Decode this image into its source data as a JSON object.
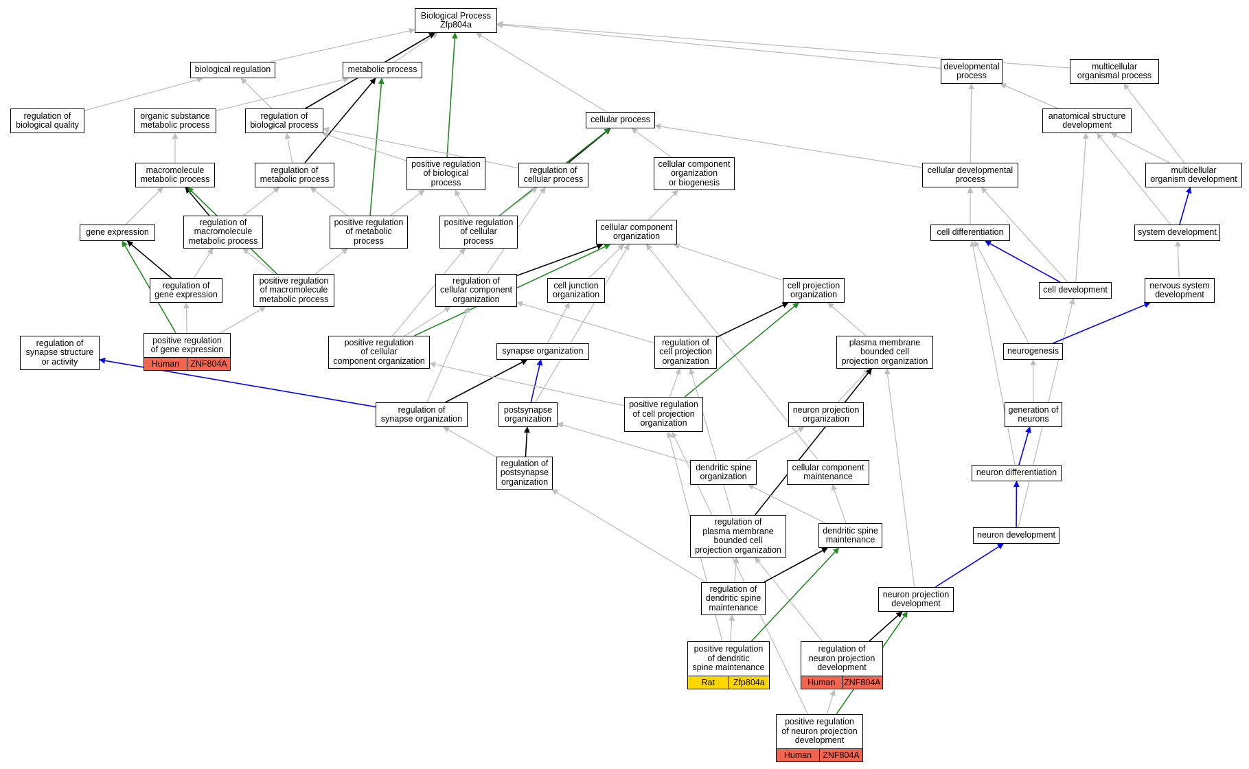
{
  "colors": {
    "is_a": "#bfbfbf",
    "part_of": "#000000",
    "positively_regulates": "#228b22",
    "regulates": "#0000ff",
    "human": "#f26650",
    "rat": "#ffd700"
  },
  "nodes": {
    "bp": "Biological Process\nZfp804a",
    "bioreg": "biological regulation",
    "metab": "metabolic process",
    "devproc": "developmental\nprocess",
    "multiproc": "multicellular\norganismal process",
    "regbioqual": "regulation of\nbiological quality",
    "orgsub": "organic substance\nmetabolic process",
    "regbio": "regulation of\nbiological process",
    "cellproc": "cellular process",
    "anat": "anatomical structure\ndevelopment",
    "macromet": "macromolecule\nmetabolic process",
    "regmet": "regulation of\nmetabolic process",
    "posregbio": "positive regulation\nof biological\nprocess",
    "regcell": "regulation of\ncellular process",
    "ccob": "cellular component\norganization\nor biogenesis",
    "celldevproc": "cellular developmental\nprocess",
    "multidev": "multicellular\norganism development",
    "geneexp": "gene expression",
    "regmacro": "regulation of\nmacromolecule\nmetabolic process",
    "posregmet": "positive regulation\nof metabolic\nprocess",
    "posregcell": "positive regulation\nof cellular\nprocess",
    "ccorg": "cellular component\norganization",
    "celldiff": "cell differentiation",
    "sysdev": "system development",
    "reggene": "regulation of\ngene expression",
    "posregmacro": "positive regulation\nof macromolecule\nmetabolic process",
    "regccorg": "regulation of\ncellular component\norganization",
    "celljunc": "cell junction\norganization",
    "cellproj": "cell projection\norganization",
    "celldev": "cell development",
    "nervdev": "nervous system\ndevelopment",
    "regsyn": "regulation of\nsynapse structure\nor activity",
    "posreggene": "positive regulation\nof gene expression",
    "posregccorg": "positive regulation\nof cellular\ncomponent organization",
    "synorg": "synapse organization",
    "regcellproj": "regulation of\ncell projection\norganization",
    "pmbcpo": "plasma membrane\nbounded cell\nprojection organization",
    "neurogen": "neurogenesis",
    "regsynorg": "regulation of\nsynapse organization",
    "postsyn": "postsynapse\norganization",
    "posregcellproj": "positive regulation\nof cell projection\norganization",
    "npo": "neuron projection\norganization",
    "genneur": "generation of\nneurons",
    "regpostsyn": "regulation of\npostsynapse\norganization",
    "dso": "dendritic spine\norganization",
    "ccmaint": "cellular component\nmaintenance",
    "neurdiff": "neuron differentiation",
    "regpmbcpo": "regulation of\nplasma membrane\nbounded cell\nprojection organization",
    "dsm": "dendritic spine\nmaintenance",
    "neurdev": "neuron development",
    "regdsm": "regulation of\ndendritic spine\nmaintenance",
    "npd": "neuron projection\ndevelopment",
    "posregdsm": "positive regulation\nof dendritic\nspine maintenance",
    "regnpd": "regulation of\nneuron projection\ndevelopment",
    "posregnpd": "positive regulation\nof neuron projection\ndevelopment"
  },
  "annotations": {
    "posreggene": {
      "species": "Human",
      "gene": "ZNF804A"
    },
    "posregdsm": {
      "species": "Rat",
      "gene": "Zfp804a"
    },
    "regnpd": {
      "species": "Human",
      "gene": "ZNF804A"
    },
    "posregnpd": {
      "species": "Human",
      "gene": "ZNF804A"
    }
  },
  "edges": [
    {
      "from": "bioreg",
      "to": "bp",
      "type": "is_a"
    },
    {
      "from": "metab",
      "to": "bp",
      "type": "is_a"
    },
    {
      "from": "regbio",
      "to": "bp",
      "type": "part_of"
    },
    {
      "from": "posregbio",
      "to": "bp",
      "type": "positively_regulates"
    },
    {
      "from": "cellproc",
      "to": "bp",
      "type": "is_a"
    },
    {
      "from": "devproc",
      "to": "bp",
      "type": "is_a"
    },
    {
      "from": "multiproc",
      "to": "bp",
      "type": "is_a"
    },
    {
      "from": "regbioqual",
      "to": "bioreg",
      "type": "is_a"
    },
    {
      "from": "orgsub",
      "to": "metab",
      "type": "is_a"
    },
    {
      "from": "regbio",
      "to": "bioreg",
      "type": "is_a"
    },
    {
      "from": "regmet",
      "to": "metab",
      "type": "part_of"
    },
    {
      "from": "posregmet",
      "to": "metab",
      "type": "positively_regulates"
    },
    {
      "from": "anat",
      "to": "devproc",
      "type": "is_a"
    },
    {
      "from": "celldevproc",
      "to": "devproc",
      "type": "is_a"
    },
    {
      "from": "multidev",
      "to": "multiproc",
      "type": "is_a"
    },
    {
      "from": "macromet",
      "to": "orgsub",
      "type": "is_a"
    },
    {
      "from": "regmet",
      "to": "regbio",
      "type": "is_a"
    },
    {
      "from": "posregbio",
      "to": "regbio",
      "type": "is_a"
    },
    {
      "from": "regcell",
      "to": "regbio",
      "type": "is_a"
    },
    {
      "from": "regcell",
      "to": "cellproc",
      "type": "part_of"
    },
    {
      "from": "posregcell",
      "to": "cellproc",
      "type": "positively_regulates"
    },
    {
      "from": "ccob",
      "to": "cellproc",
      "type": "is_a"
    },
    {
      "from": "celldevproc",
      "to": "cellproc",
      "type": "is_a"
    },
    {
      "from": "multidev",
      "to": "anat",
      "type": "is_a"
    },
    {
      "from": "sysdev",
      "to": "anat",
      "type": "is_a"
    },
    {
      "from": "celldev",
      "to": "anat",
      "type": "is_a"
    },
    {
      "from": "geneexp",
      "to": "macromet",
      "type": "is_a"
    },
    {
      "from": "regmacro",
      "to": "macromet",
      "type": "part_of"
    },
    {
      "from": "posregmacro",
      "to": "macromet",
      "type": "positively_regulates"
    },
    {
      "from": "regmacro",
      "to": "regmet",
      "type": "is_a"
    },
    {
      "from": "posregmet",
      "to": "regmet",
      "type": "is_a"
    },
    {
      "from": "posregmet",
      "to": "posregbio",
      "type": "is_a"
    },
    {
      "from": "posregcell",
      "to": "posregbio",
      "type": "is_a"
    },
    {
      "from": "posregcell",
      "to": "regcell",
      "type": "is_a"
    },
    {
      "from": "regccorg",
      "to": "regcell",
      "type": "is_a"
    },
    {
      "from": "ccorg",
      "to": "ccob",
      "type": "is_a"
    },
    {
      "from": "celldiff",
      "to": "celldevproc",
      "type": "is_a"
    },
    {
      "from": "celldev",
      "to": "celldevproc",
      "type": "is_a"
    },
    {
      "from": "sysdev",
      "to": "multidev",
      "type": "regulates"
    },
    {
      "from": "reggene",
      "to": "geneexp",
      "type": "part_of"
    },
    {
      "from": "posreggene",
      "to": "geneexp",
      "type": "positively_regulates"
    },
    {
      "from": "reggene",
      "to": "regmacro",
      "type": "is_a"
    },
    {
      "from": "posregmacro",
      "to": "regmacro",
      "type": "is_a"
    },
    {
      "from": "posregmacro",
      "to": "posregmet",
      "type": "is_a"
    },
    {
      "from": "posregccorg",
      "to": "posregcell",
      "type": "is_a"
    },
    {
      "from": "regccorg",
      "to": "ccorg",
      "type": "part_of"
    },
    {
      "from": "posregccorg",
      "to": "ccorg",
      "type": "positively_regulates"
    },
    {
      "from": "celljunc",
      "to": "ccorg",
      "type": "is_a"
    },
    {
      "from": "cellproj",
      "to": "ccorg",
      "type": "is_a"
    },
    {
      "from": "postsyn",
      "to": "ccorg",
      "type": "is_a"
    },
    {
      "from": "ccmaint",
      "to": "ccorg",
      "type": "is_a"
    },
    {
      "from": "celldev",
      "to": "celldiff",
      "type": "regulates"
    },
    {
      "from": "neurogen",
      "to": "celldiff",
      "type": "is_a"
    },
    {
      "from": "neurdiff",
      "to": "celldiff",
      "type": "is_a"
    },
    {
      "from": "nervdev",
      "to": "sysdev",
      "type": "is_a"
    },
    {
      "from": "posreggene",
      "to": "reggene",
      "type": "is_a"
    },
    {
      "from": "posreggene",
      "to": "posregmacro",
      "type": "is_a"
    },
    {
      "from": "posregccorg",
      "to": "regccorg",
      "type": "is_a"
    },
    {
      "from": "regsynorg",
      "to": "regccorg",
      "type": "is_a"
    },
    {
      "from": "regcellproj",
      "to": "regccorg",
      "type": "is_a"
    },
    {
      "from": "synorg",
      "to": "celljunc",
      "type": "is_a"
    },
    {
      "from": "regcellproj",
      "to": "cellproj",
      "type": "part_of"
    },
    {
      "from": "posregcellproj",
      "to": "cellproj",
      "type": "positively_regulates"
    },
    {
      "from": "pmbcpo",
      "to": "cellproj",
      "type": "is_a"
    },
    {
      "from": "neurdev",
      "to": "celldev",
      "type": "is_a"
    },
    {
      "from": "neurogen",
      "to": "nervdev",
      "type": "regulates"
    },
    {
      "from": "regsynorg",
      "to": "regsyn",
      "type": "regulates"
    },
    {
      "from": "regsynorg",
      "to": "synorg",
      "type": "part_of"
    },
    {
      "from": "postsyn",
      "to": "synorg",
      "type": "regulates"
    },
    {
      "from": "posregcellproj",
      "to": "regcellproj",
      "type": "is_a"
    },
    {
      "from": "regpmbcpo",
      "to": "regcellproj",
      "type": "is_a"
    },
    {
      "from": "posregcellproj",
      "to": "posregccorg",
      "type": "is_a"
    },
    {
      "from": "npo",
      "to": "pmbcpo",
      "type": "is_a"
    },
    {
      "from": "regpmbcpo",
      "to": "pmbcpo",
      "type": "part_of"
    },
    {
      "from": "npd",
      "to": "pmbcpo",
      "type": "is_a"
    },
    {
      "from": "genneur",
      "to": "neurogen",
      "type": "is_a"
    },
    {
      "from": "regpostsyn",
      "to": "regsynorg",
      "type": "is_a"
    },
    {
      "from": "regpostsyn",
      "to": "postsyn",
      "type": "part_of"
    },
    {
      "from": "dso",
      "to": "postsyn",
      "type": "is_a"
    },
    {
      "from": "posregnpd",
      "to": "posregcellproj",
      "type": "is_a"
    },
    {
      "from": "posregdsm",
      "to": "posregcellproj",
      "type": "is_a"
    },
    {
      "from": "dso",
      "to": "npo",
      "type": "is_a"
    },
    {
      "from": "neurdiff",
      "to": "genneur",
      "type": "regulates"
    },
    {
      "from": "regdsm",
      "to": "regpostsyn",
      "type": "is_a"
    },
    {
      "from": "dsm",
      "to": "dso",
      "type": "is_a"
    },
    {
      "from": "dsm",
      "to": "ccmaint",
      "type": "is_a"
    },
    {
      "from": "neurdev",
      "to": "neurdiff",
      "type": "regulates"
    },
    {
      "from": "regdsm",
      "to": "regpmbcpo",
      "type": "is_a"
    },
    {
      "from": "regnpd",
      "to": "regpmbcpo",
      "type": "is_a"
    },
    {
      "from": "regdsm",
      "to": "dsm",
      "type": "part_of"
    },
    {
      "from": "posregdsm",
      "to": "dsm",
      "type": "positively_regulates"
    },
    {
      "from": "npd",
      "to": "neurdev",
      "type": "regulates"
    },
    {
      "from": "posregdsm",
      "to": "regdsm",
      "type": "is_a"
    },
    {
      "from": "regnpd",
      "to": "npd",
      "type": "part_of"
    },
    {
      "from": "posregnpd",
      "to": "npd",
      "type": "positively_regulates"
    },
    {
      "from": "posregnpd",
      "to": "regnpd",
      "type": "is_a"
    }
  ]
}
